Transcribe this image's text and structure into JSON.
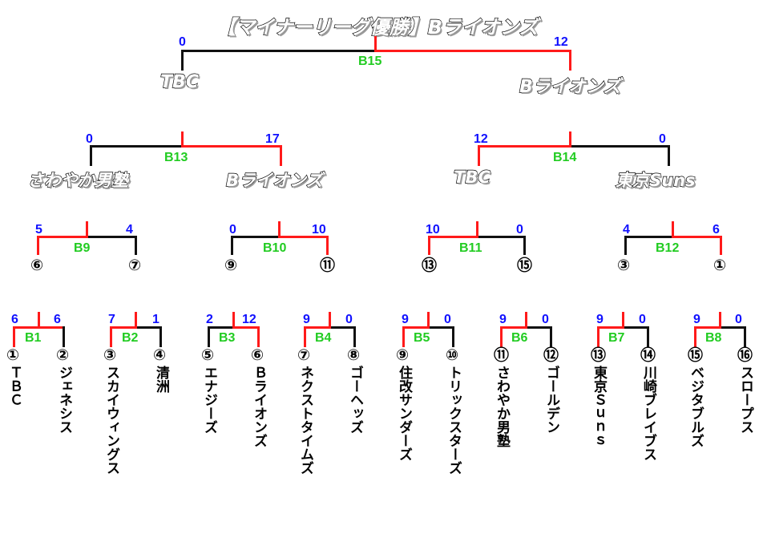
{
  "title": "【マイナーリーグ優勝】Bライオンズ",
  "final": {
    "label": "B15",
    "left_score": "0",
    "right_score": "12",
    "left_team": "TBC",
    "right_team": "Bライオンズ"
  },
  "semis": [
    {
      "label": "B13",
      "left_score": "0",
      "right_score": "17",
      "left_team": "さわやか男塾",
      "right_team": "Bライオンズ"
    },
    {
      "label": "B14",
      "left_score": "12",
      "right_score": "0",
      "left_team": "TBC",
      "right_team": "東京Suns"
    }
  ],
  "quarters": [
    {
      "label": "B9",
      "left_score": "5",
      "right_score": "4",
      "left_slot": "⑥",
      "right_slot": "⑦"
    },
    {
      "label": "B10",
      "left_score": "0",
      "right_score": "10",
      "left_slot": "⑨",
      "right_slot": "⑪"
    },
    {
      "label": "B11",
      "left_score": "10",
      "right_score": "0",
      "left_slot": "⑬",
      "right_slot": "⑮"
    },
    {
      "label": "B12",
      "left_score": "4",
      "right_score": "6",
      "left_slot": "③",
      "right_slot": "①"
    }
  ],
  "first_round": [
    {
      "label": "B1",
      "left_score": "6",
      "right_score": "6",
      "left_slot": "①",
      "left_team": "ＴＢＣ",
      "right_slot": "②",
      "right_team": "ジェネシス"
    },
    {
      "label": "B2",
      "left_score": "7",
      "right_score": "1",
      "left_slot": "③",
      "left_team": "スカイウィングス",
      "right_slot": "④",
      "right_team": "清洲"
    },
    {
      "label": "B3",
      "left_score": "2",
      "right_score": "12",
      "left_slot": "⑤",
      "left_team": "エナジーズ",
      "right_slot": "⑥",
      "right_team": "Ｂライオンズ"
    },
    {
      "label": "B4",
      "left_score": "9",
      "right_score": "0",
      "left_slot": "⑦",
      "left_team": "ネクストタイムズ",
      "right_slot": "⑧",
      "right_team": "ゴーヘッズ"
    },
    {
      "label": "B5",
      "left_score": "9",
      "right_score": "0",
      "left_slot": "⑨",
      "left_team": "住改サンダーズ",
      "right_slot": "⑩",
      "right_team": "トリックスターズ"
    },
    {
      "label": "B6",
      "left_score": "9",
      "right_score": "0",
      "left_slot": "⑪",
      "left_team": "さわやか男塾",
      "right_slot": "⑫",
      "right_team": "ゴールデン"
    },
    {
      "label": "B7",
      "left_score": "9",
      "right_score": "0",
      "left_slot": "⑬",
      "left_team": "東京Ｓｕｎｓ",
      "right_slot": "⑭",
      "right_team": "川崎ブレイブス"
    },
    {
      "label": "B8",
      "left_score": "9",
      "right_score": "0",
      "left_slot": "⑮",
      "left_team": "ベジタブルズ",
      "right_slot": "⑯",
      "right_team": "スロープス"
    }
  ],
  "colors": {
    "winner_line": "#ff1a1a",
    "loser_line": "#111111",
    "score": "#1010ff",
    "game_label": "#22cc22"
  }
}
